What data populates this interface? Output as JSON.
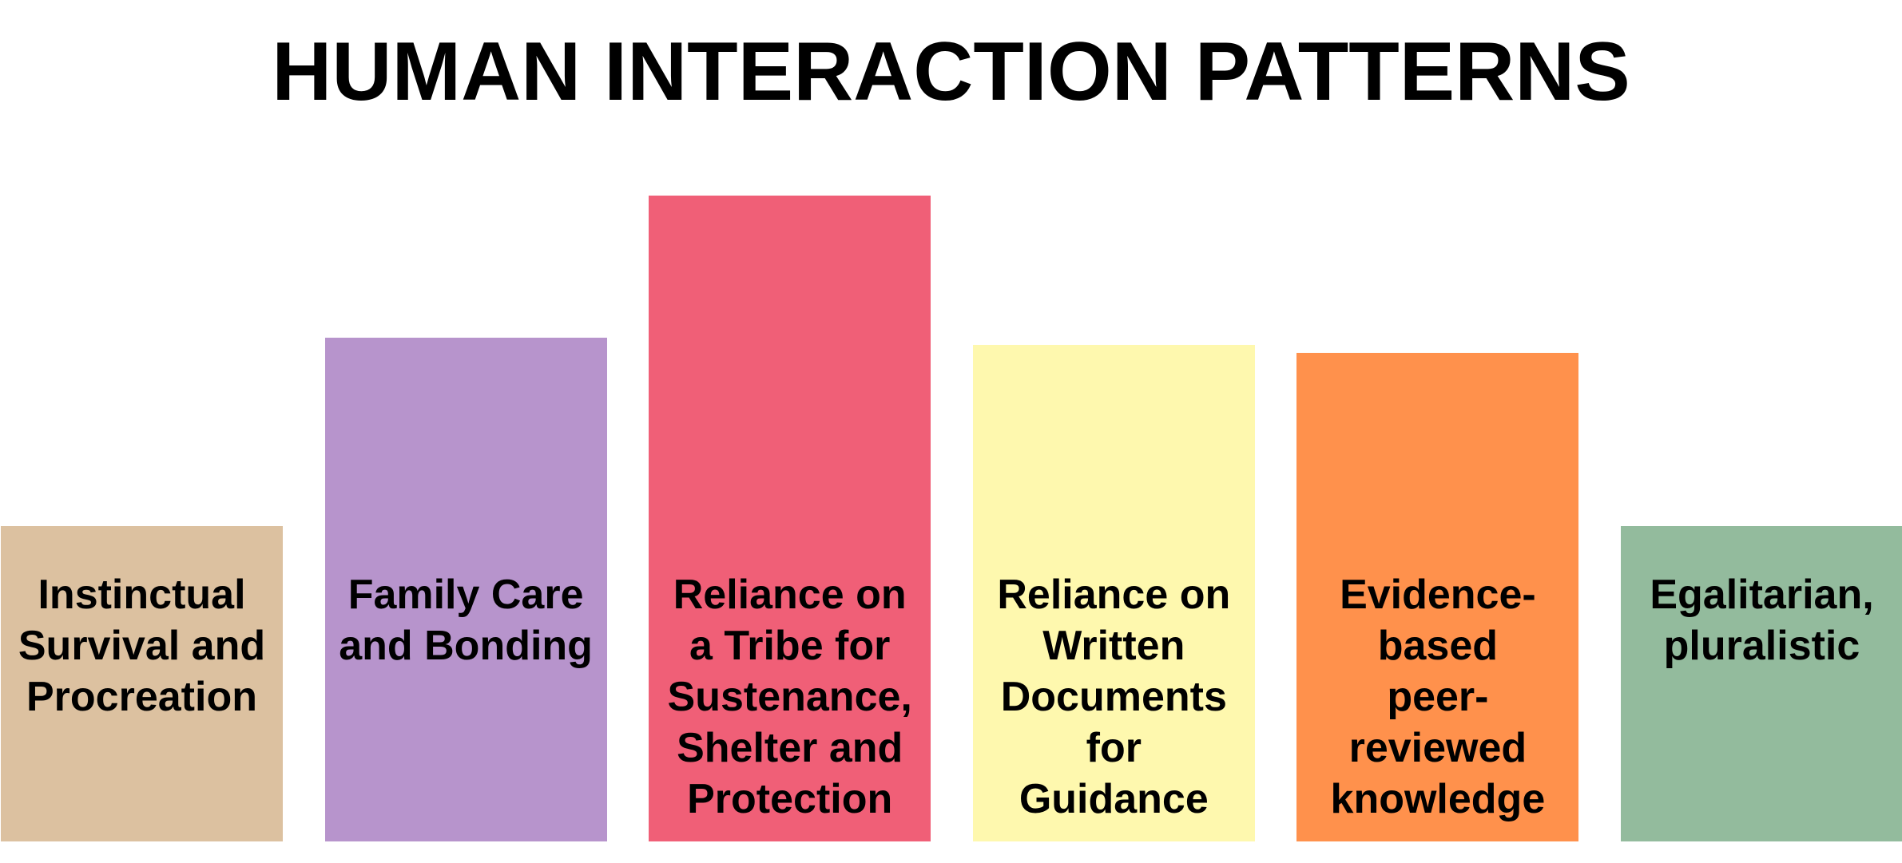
{
  "title": "HUMAN INTERACTION PATTERNS",
  "chart_data": {
    "type": "bar",
    "title": "HUMAN INTERACTION PATTERNS",
    "xlabel": "",
    "ylabel": "",
    "grid": false,
    "categories": [
      "Instinctual\nSurvival and\nProcreation",
      "Family Care\nand Bonding",
      "Reliance on\na Tribe for\nSustenance,\nShelter and\nProtection",
      "Reliance on\nWritten\nDocuments\nfor\nGuidance",
      "Evidence-\nbased\npeer-\nreviewed\nknowledge",
      "Egalitarian,\npluralistic"
    ],
    "values": [
      2,
      3.2,
      4.1,
      3.15,
      3.1,
      2
    ],
    "ylim": [
      0,
      4.1
    ],
    "colors": [
      "#dcc1a0",
      "#b794cc",
      "#f05f77",
      "#fef8ae",
      "#ff914c",
      "#93bb9d"
    ]
  }
}
